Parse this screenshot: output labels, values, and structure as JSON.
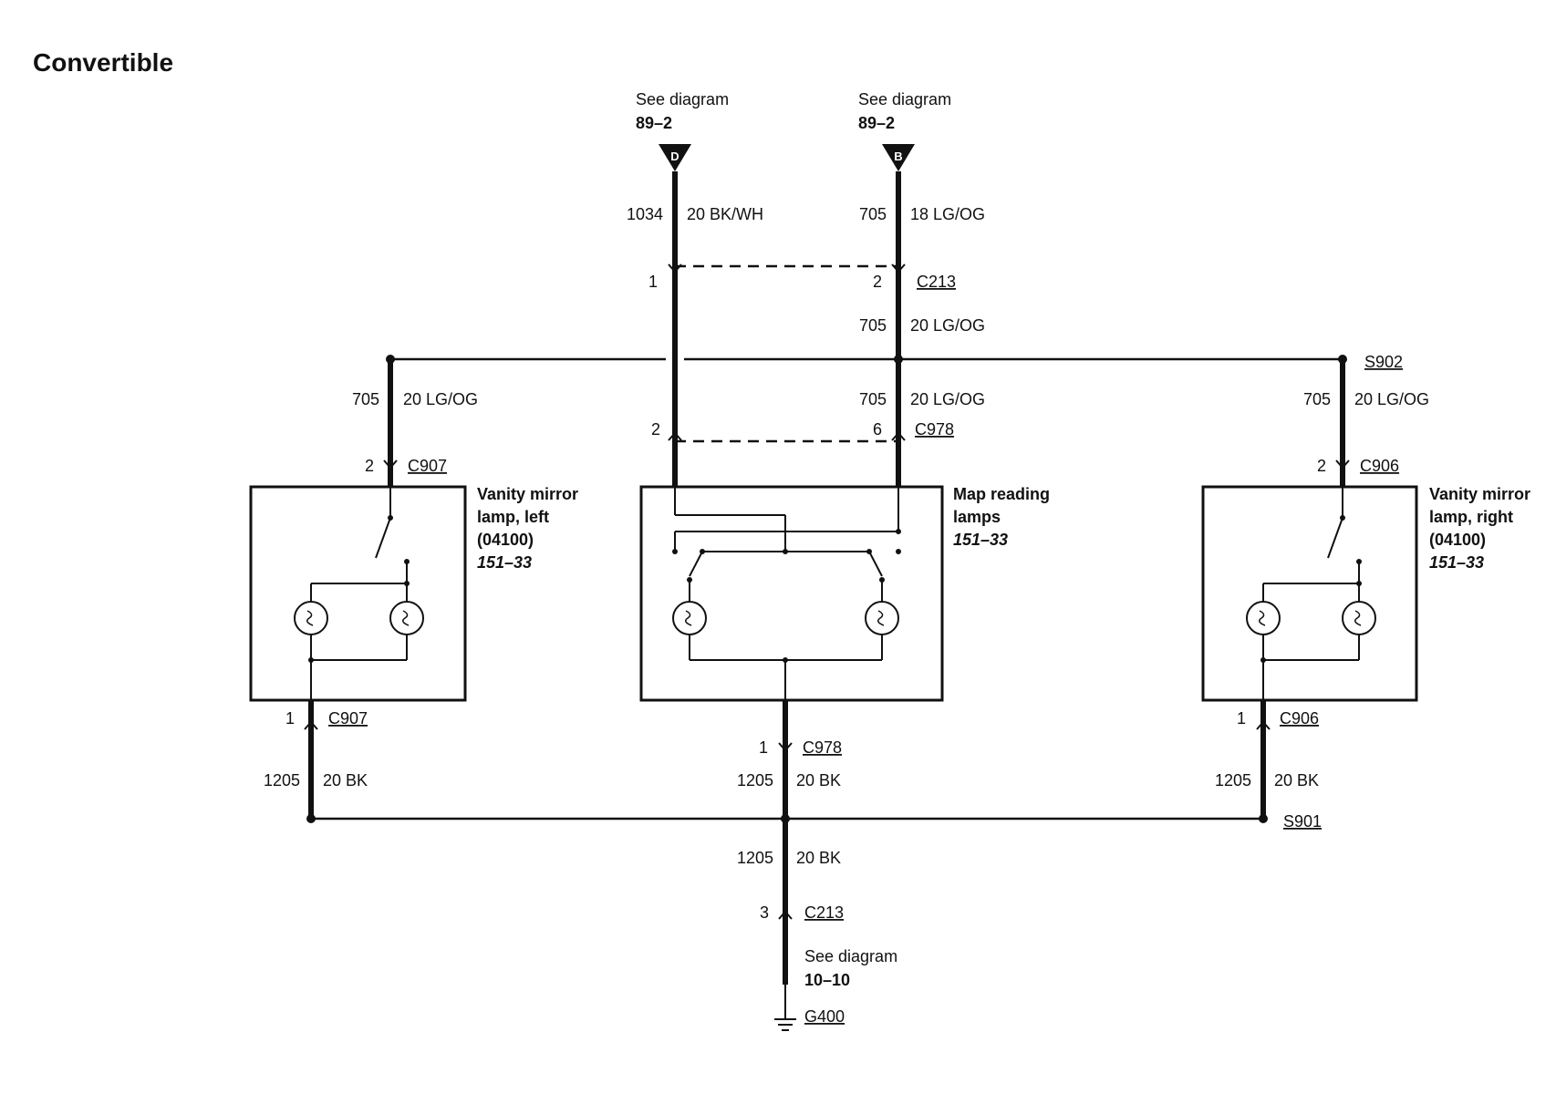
{
  "title": "Convertible",
  "refs": {
    "top_left": {
      "text": "See diagram",
      "num": "89–2",
      "letter": "D"
    },
    "top_right": {
      "text": "See diagram",
      "num": "89–2",
      "letter": "B"
    },
    "bottom": {
      "text": "See diagram",
      "num": "10–10",
      "ground": "G400"
    }
  },
  "wires": {
    "w1034": {
      "circuit": "1034",
      "spec": "20 BK/WH"
    },
    "w705_top": {
      "circuit": "705",
      "spec": "18 LG/OG"
    },
    "w705_c213": {
      "circuit": "705",
      "spec": "20 LG/OG"
    },
    "w705_left": {
      "circuit": "705",
      "spec": "20 LG/OG"
    },
    "w705_mid": {
      "circuit": "705",
      "spec": "20 LG/OG"
    },
    "w705_right": {
      "circuit": "705",
      "spec": "20 LG/OG"
    },
    "w1205_left": {
      "circuit": "1205",
      "spec": "20 BK"
    },
    "w1205_mid": {
      "circuit": "1205",
      "spec": "20 BK"
    },
    "w1205_right": {
      "circuit": "1205",
      "spec": "20 BK"
    },
    "w1205_bottom": {
      "circuit": "1205",
      "spec": "20 BK"
    }
  },
  "connectors": {
    "c213_top": {
      "name": "C213",
      "pin_left": "1",
      "pin_right": "2"
    },
    "c978_top": {
      "name": "C978",
      "pin_left": "2",
      "pin_right": "6"
    },
    "c907_top": {
      "name": "C907",
      "pin": "2"
    },
    "c906_top": {
      "name": "C906",
      "pin": "2"
    },
    "c907_bot": {
      "name": "C907",
      "pin": "1"
    },
    "c978_bot": {
      "name": "C978",
      "pin": "1"
    },
    "c906_bot": {
      "name": "C906",
      "pin": "1"
    },
    "c213_bot": {
      "name": "C213",
      "pin": "3"
    }
  },
  "splices": {
    "s902": "S902",
    "s901": "S901"
  },
  "components": {
    "vanity_left": {
      "line1": "Vanity mirror",
      "line2": "lamp, left",
      "code": "(04100)",
      "ref": "151–33"
    },
    "map_reading": {
      "line1": "Map reading",
      "line2": "lamps",
      "ref": "151–33"
    },
    "vanity_right": {
      "line1": "Vanity mirror",
      "line2": "lamp, right",
      "code": "(04100)",
      "ref": "151–33"
    }
  }
}
